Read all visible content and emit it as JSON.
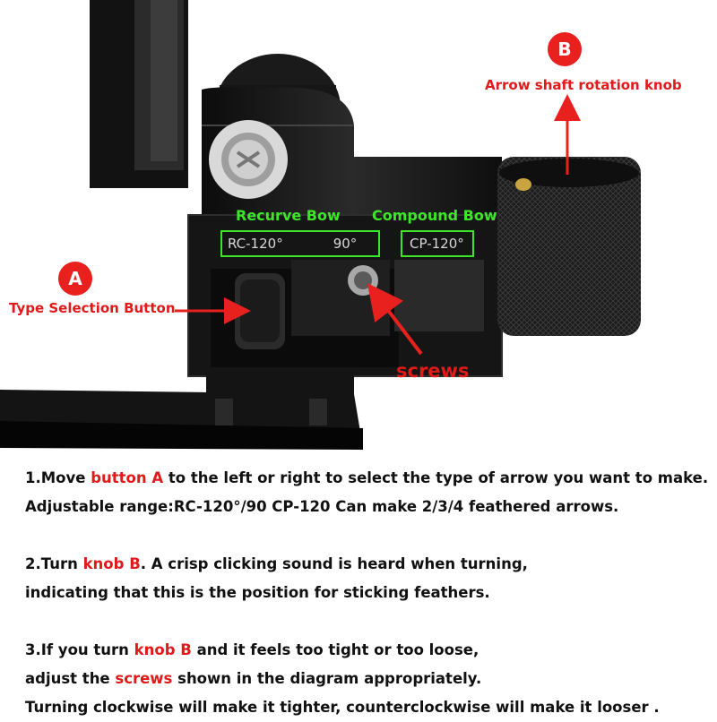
{
  "labels": {
    "badge_a": "A",
    "badge_b": "B",
    "type_selection_button": "Type Selection Button",
    "arrow_shaft_rotation_knob": "Arrow shaft rotation knob",
    "recurve_bow": "Recurve Bow",
    "compound_bow": "Compound Bow",
    "rc_120": "RC-120°",
    "deg_90": "90°",
    "cp_120": "CP-120°",
    "screws": "screws"
  },
  "instructions": {
    "step1": {
      "prefix": "1.Move ",
      "highlight": "button A",
      "suffix": " to the left or right to select the type of arrow you want to make.",
      "line2": "Adjustable range:RC-120°/90   CP-120   Can make 2/3/4 feathered arrows."
    },
    "step2": {
      "prefix": "2.Turn ",
      "highlight": "knob B",
      "suffix": ". A crisp clicking sound is heard when turning,",
      "line2": "indicating that this is the position for sticking feathers."
    },
    "step3": {
      "prefix": "3.If you turn ",
      "highlight": "knob B",
      "suffix": " and it feels too tight or too loose,",
      "line2_prefix": "adjust the ",
      "line2_highlight": "screws",
      "line2_suffix": " shown in the diagram appropriately.",
      "line3": "Turning clockwise will make it tighter, counterclockwise will make it looser ."
    }
  },
  "colors": {
    "highlight_red": "#e01a1a",
    "label_green": "#3ee62a",
    "badge_red": "#e8201e",
    "device_black": "#111111"
  }
}
